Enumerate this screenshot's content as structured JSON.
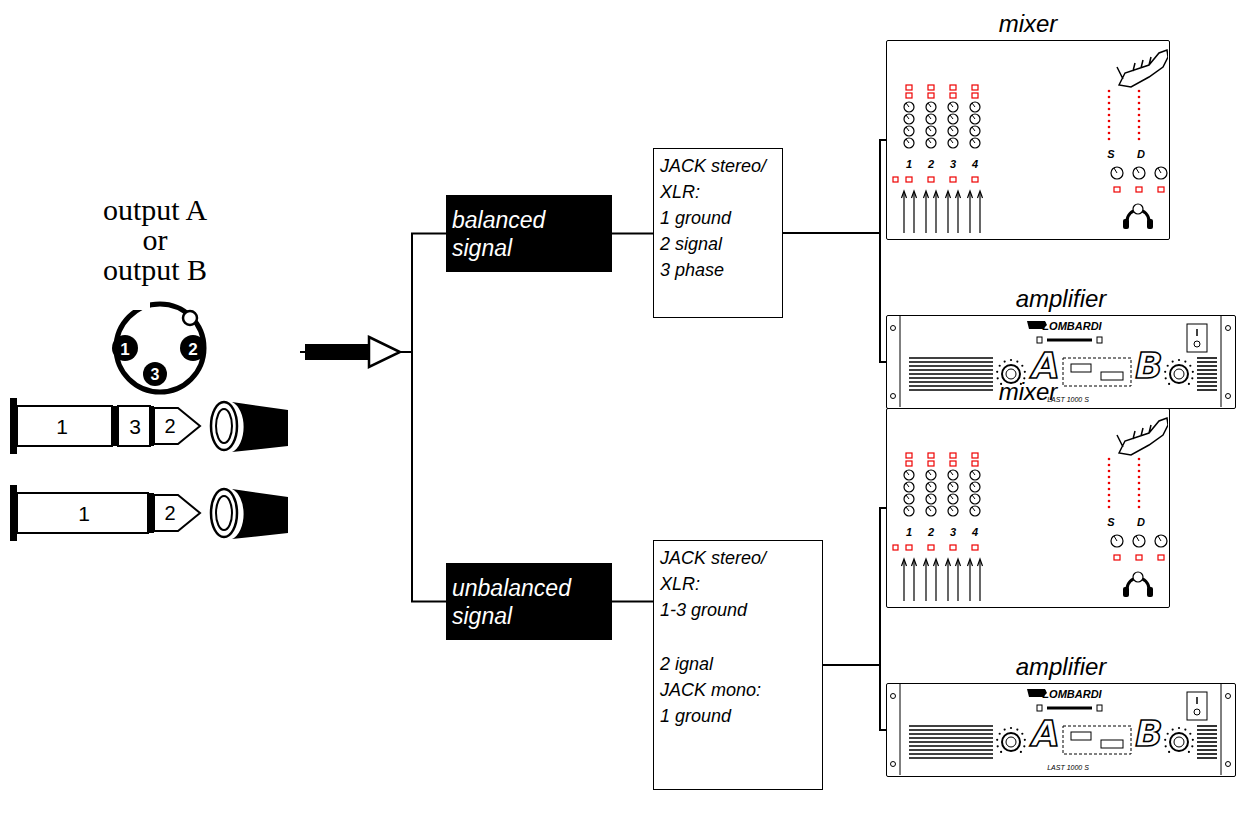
{
  "diagram": {
    "nodes": [
      {
        "text": [
          "output A",
          "or",
          "output B"
        ]
      },
      {
        "text": [
          "balanced signal"
        ]
      },
      {
        "text": [
          "JACK stereo/ XLR:",
          "1 ground",
          "2 signal",
          "3 phase"
        ]
      },
      {
        "text": [
          "mixer"
        ]
      },
      {
        "text": [
          "amplifier"
        ]
      },
      {
        "text": [
          "unbalanced signal"
        ]
      },
      {
        "text": [
          "JACK stereo/ XLR:",
          "1-3 ground",
          "2 ignal",
          "JACK mono:",
          "1 ground"
        ]
      },
      {
        "text": [
          "mixer"
        ]
      },
      {
        "text": [
          "amplifier"
        ]
      }
    ],
    "edges": [
      {
        "from": 0,
        "to": 1,
        "arrow": "none"
      },
      {
        "from": 0,
        "to": 5,
        "arrow": "none"
      },
      {
        "from": 1,
        "to": 2,
        "arrow": "none"
      },
      {
        "from": 2,
        "to": 3,
        "arrow": "none"
      },
      {
        "from": 2,
        "to": 4,
        "arrow": "none"
      },
      {
        "from": 5,
        "to": 6,
        "arrow": "none"
      },
      {
        "from": 6,
        "to": 7,
        "arrow": "none"
      },
      {
        "from": 6,
        "to": 8,
        "arrow": "none"
      }
    ],
    "labels": [
      "1",
      "2",
      "3",
      "1",
      "3",
      "2",
      "1",
      "2",
      "1",
      "2",
      "3",
      "4",
      "S",
      "D",
      "LOMBARDI",
      "A",
      "B",
      "LAST 1000 S",
      "1",
      "2",
      "3",
      "4",
      "S",
      "D",
      "LOMBARDI",
      "A",
      "B",
      "LAST 1000 S"
    ]
  }
}
